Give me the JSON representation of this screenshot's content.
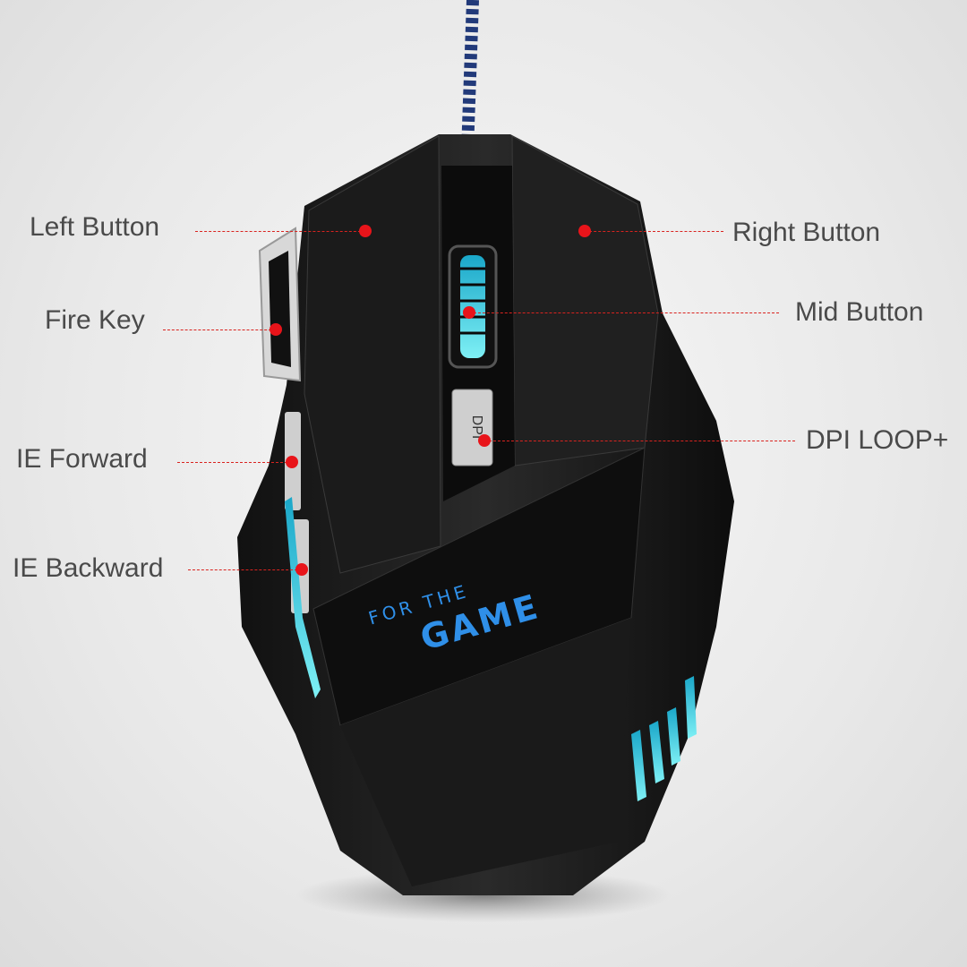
{
  "product": {
    "logo_line1": "FOR THE",
    "logo_line2": "GAME",
    "dpi_key": "DPI"
  },
  "callouts": [
    {
      "id": "left-button",
      "label": "Left Button"
    },
    {
      "id": "right-button",
      "label": "Right Button"
    },
    {
      "id": "fire-key",
      "label": "Fire Key"
    },
    {
      "id": "mid-button",
      "label": "Mid Button"
    },
    {
      "id": "dpi-loop",
      "label": "DPI LOOP+"
    },
    {
      "id": "ie-forward",
      "label": "IE Forward"
    },
    {
      "id": "ie-backward",
      "label": "IE Backward"
    }
  ],
  "colors": {
    "marker": "#e8141a",
    "accent_glow": "#39d6e6",
    "logo": "#2f8fe8"
  }
}
